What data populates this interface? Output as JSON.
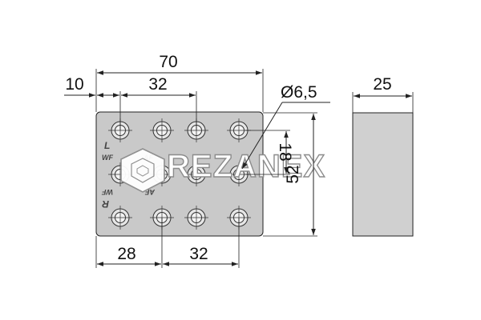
{
  "dimensions": {
    "total_width": "70",
    "left_offset": "10",
    "top_spacing": "32",
    "hole_diameter": "Ø6,5",
    "depth": "25",
    "row_spacing": "18",
    "height": "52",
    "bottom_offset": "28",
    "bottom_spacing": "32"
  },
  "plate_markings": {
    "l": "L",
    "wf": "WF",
    "af_top": "AF",
    "wf_rotated": "WF",
    "af_rotated": "AF",
    "r_rotated": "R"
  },
  "watermark": {
    "brand": "REZANEX"
  },
  "colors": {
    "plate_fill": "#c9c9c9",
    "side_fill": "#d0d0d0",
    "outline": "#222222"
  }
}
